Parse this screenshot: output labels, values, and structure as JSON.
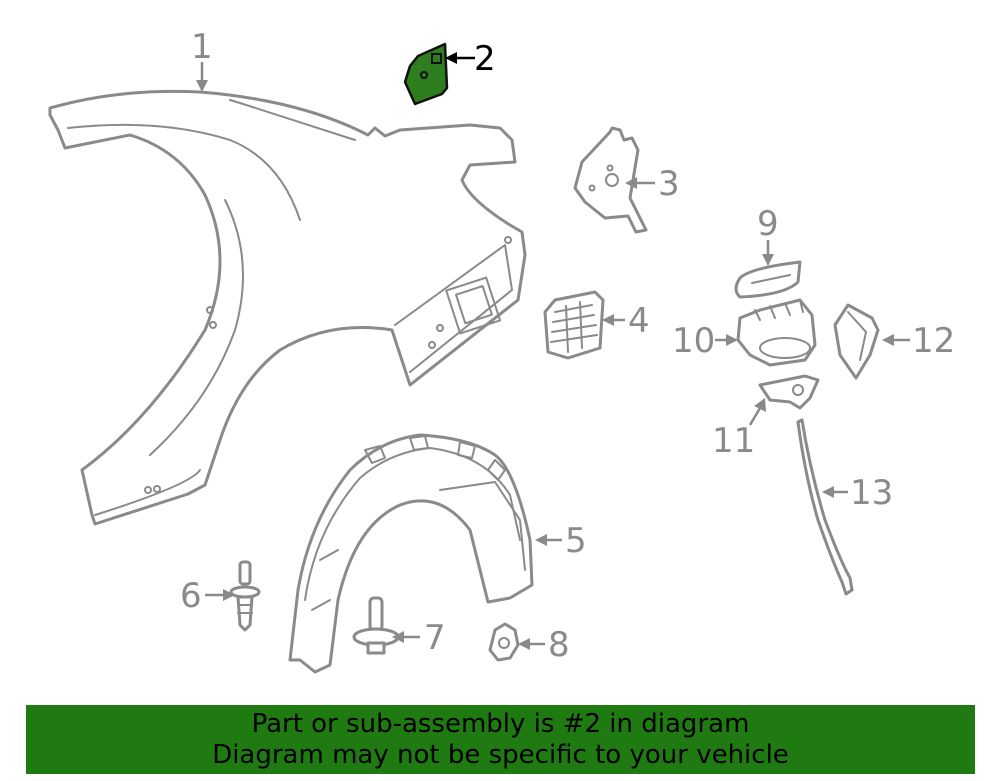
{
  "callouts": {
    "c1": "1",
    "c2": "2",
    "c3": "3",
    "c4": "4",
    "c5": "5",
    "c6": "6",
    "c7": "7",
    "c8": "8",
    "c9": "9",
    "c10": "10",
    "c11": "11",
    "c12": "12",
    "c13": "13"
  },
  "highlight": {
    "part": "2",
    "color": "#2e7d1e"
  },
  "banner": {
    "line1": "Part or sub-assembly is #2 in diagram",
    "line2": "Diagram may not be specific to your vehicle",
    "color": "#1f7a12"
  }
}
